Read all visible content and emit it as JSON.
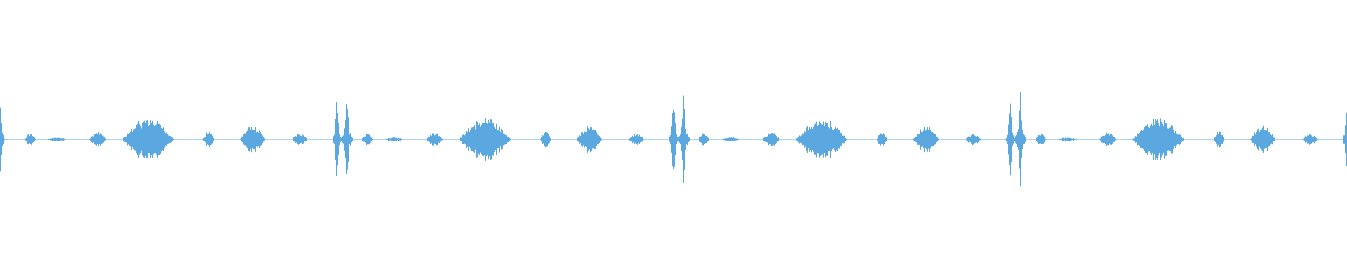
{
  "waveform": {
    "color": "#5ba8e0",
    "background": "#ffffff",
    "icon": "audio-waveform",
    "pattern": {
      "repeat_count": 4,
      "blobs": [
        {
          "kind": "spike",
          "center": 0.02,
          "width": 0.03,
          "amp": 0.18,
          "spike_amp": 0.85
        },
        {
          "kind": "blob",
          "center": 0.11,
          "width": 0.035,
          "amp": 0.12
        },
        {
          "kind": "blob",
          "center": 0.19,
          "width": 0.07,
          "amp": 0.04
        },
        {
          "kind": "blob",
          "center": 0.31,
          "width": 0.055,
          "amp": 0.14
        },
        {
          "kind": "blob",
          "center": 0.46,
          "width": 0.16,
          "amp": 0.42
        },
        {
          "kind": "blob",
          "center": 0.64,
          "width": 0.035,
          "amp": 0.16
        },
        {
          "kind": "blob",
          "center": 0.77,
          "width": 0.08,
          "amp": 0.26
        },
        {
          "kind": "blob",
          "center": 0.91,
          "width": 0.05,
          "amp": 0.11
        },
        {
          "kind": "spike",
          "center": 1.05,
          "width": 0.04,
          "amp": 0.2,
          "spike_amp": 1.0
        }
      ]
    }
  }
}
